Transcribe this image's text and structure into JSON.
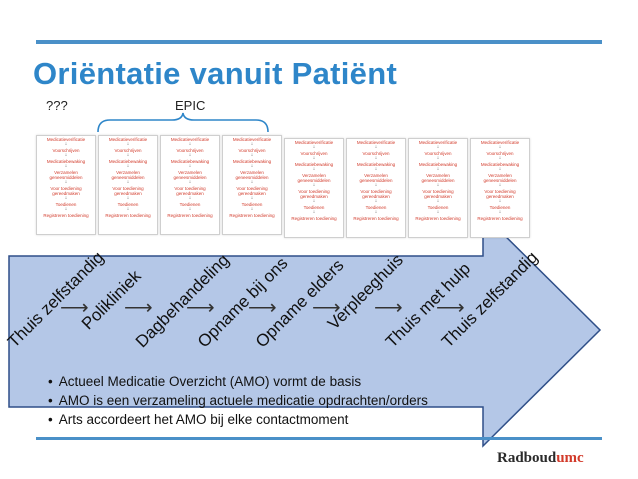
{
  "title": "Oriëntatie vanuit Patiënt",
  "labels": {
    "unknown": "???",
    "epic": "EPIC"
  },
  "card_steps": [
    "Medicatieverificatie",
    "Voorschrijven",
    "Medicatiebewaking",
    "Verzamelen geneesmiddelen",
    "Voor toediening gereedmaken",
    "Toedienen",
    "Registreren toediening"
  ],
  "stages": [
    "Thuis zelfstandig",
    "Polikliniek",
    "Dagbehandeling",
    "Opname bij ons",
    "Opname elders",
    "Verpleeghuis",
    "Thuis met hulp",
    "Thuis zelfstandig"
  ],
  "bullets": [
    "Actueel Medicatie Overzicht (AMO) vormt de basis",
    "AMO is een verzameling actuele medicatie opdrachten/orders",
    "Arts accordeert het AMO bij elke contactmoment"
  ],
  "logo": {
    "part1": "Radboud",
    "part2": "umc"
  },
  "colors": {
    "accent": "#2e86c9",
    "arrow_fill": "#b4c7e7",
    "arrow_stroke": "#2f4f88",
    "card_text": "#d23a2a"
  }
}
